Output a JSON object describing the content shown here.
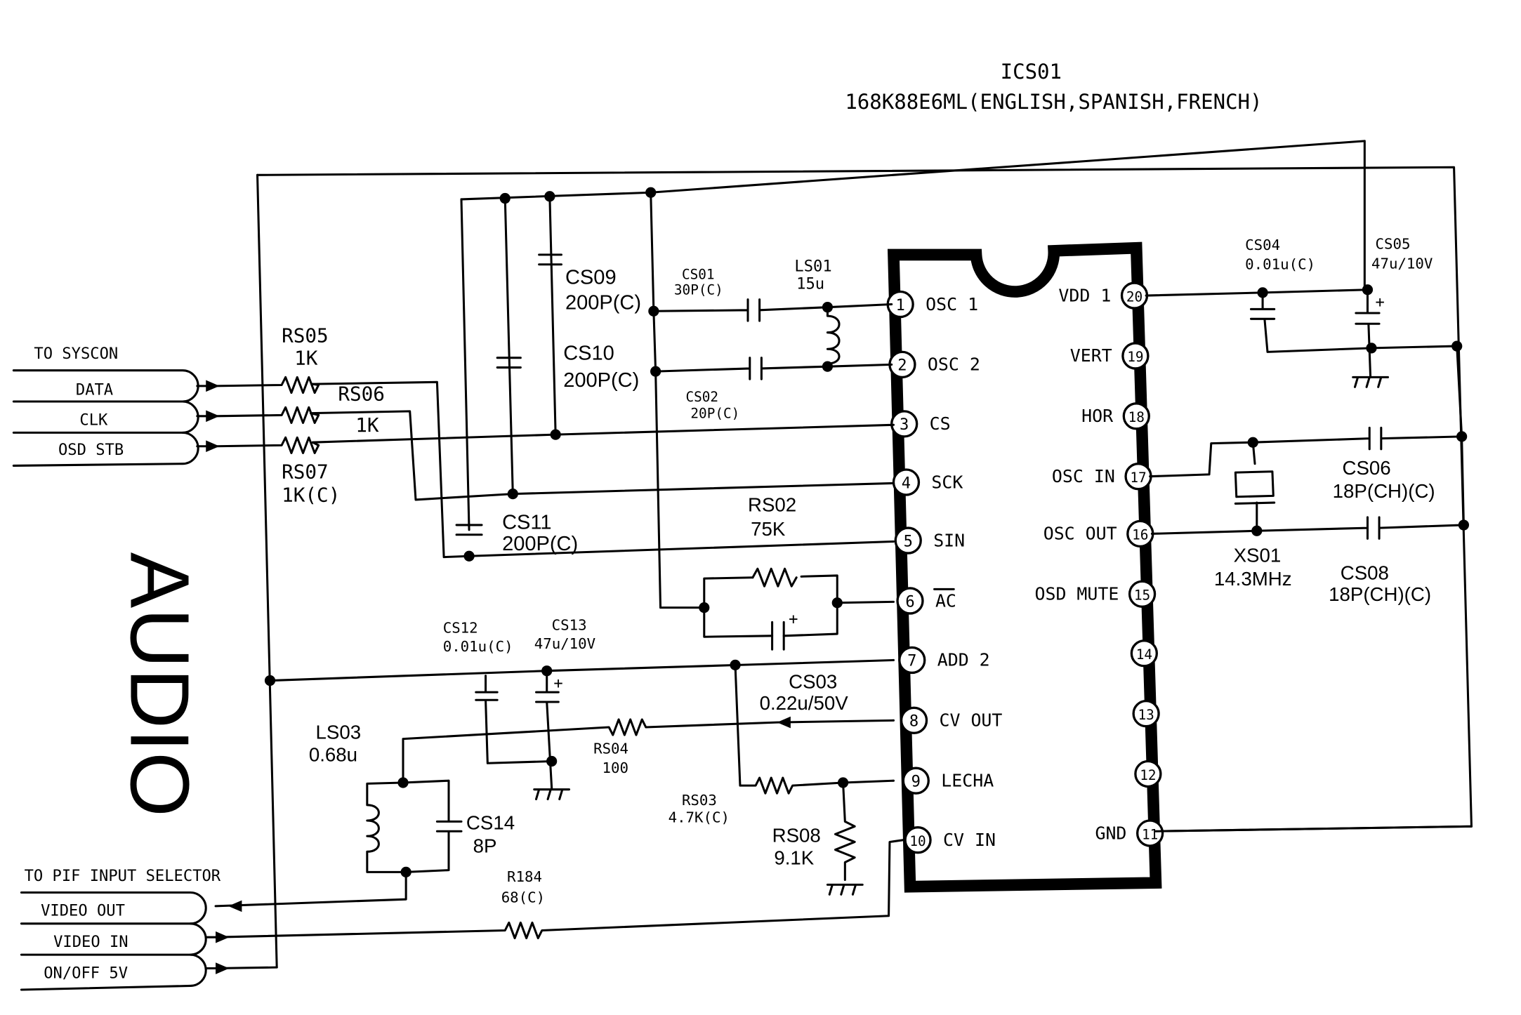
{
  "ic": {
    "ref": "ICS01",
    "part": "168K88E6ML(ENGLISH,SPANISH,FRENCH)",
    "pins": [
      {
        "num": "1",
        "label": "OSC 1"
      },
      {
        "num": "2",
        "label": "OSC 2"
      },
      {
        "num": "3",
        "label": "CS"
      },
      {
        "num": "4",
        "label": "SCK"
      },
      {
        "num": "5",
        "label": "SIN"
      },
      {
        "num": "6",
        "label": "AC"
      },
      {
        "num": "7",
        "label": "ADD 2"
      },
      {
        "num": "8",
        "label": "CV OUT"
      },
      {
        "num": "9",
        "label": "LECHA"
      },
      {
        "num": "10",
        "label": "CV IN"
      },
      {
        "num": "11",
        "label": "GND"
      },
      {
        "num": "12",
        "label": ""
      },
      {
        "num": "13",
        "label": ""
      },
      {
        "num": "14",
        "label": ""
      },
      {
        "num": "15",
        "label": "OSD MUTE"
      },
      {
        "num": "16",
        "label": "OSC OUT"
      },
      {
        "num": "17",
        "label": "OSC IN"
      },
      {
        "num": "18",
        "label": "HOR"
      },
      {
        "num": "19",
        "label": "VERT"
      },
      {
        "num": "20",
        "label": "VDD 1"
      }
    ]
  },
  "block_label": "AUDIO",
  "syscon": {
    "title": "TO SYSCON",
    "ports": [
      "DATA",
      "CLK",
      "OSD STB"
    ]
  },
  "pif": {
    "title": "TO PIF INPUT SELECTOR",
    "ports": [
      "VIDEO OUT",
      "VIDEO IN",
      "ON/OFF 5V"
    ]
  },
  "components": {
    "rs05": {
      "ref": "RS05",
      "value": "1K"
    },
    "rs06": {
      "ref": "RS06",
      "value": "1K"
    },
    "rs07": {
      "ref": "RS07",
      "value": "1K(C)"
    },
    "cs09": {
      "ref": "CS09",
      "value": "200P(C)"
    },
    "cs10": {
      "ref": "CS10",
      "value": "200P(C)"
    },
    "cs11": {
      "ref": "CS11",
      "value": "200P(C)"
    },
    "cs01": {
      "ref": "CS01",
      "value": "30P(C)"
    },
    "cs02": {
      "ref": "CS02",
      "value": "20P(C)"
    },
    "ls01": {
      "ref": "LS01",
      "value": "15u"
    },
    "rs02": {
      "ref": "RS02",
      "value": "75K"
    },
    "cs12": {
      "ref": "CS12",
      "value": "0.01u(C)"
    },
    "cs13": {
      "ref": "CS13",
      "value": "47u/10V"
    },
    "cs03": {
      "ref": "CS03",
      "value": "0.22u/50V"
    },
    "rs04": {
      "ref": "RS04",
      "value": "100"
    },
    "rs03": {
      "ref": "RS03",
      "value": "4.7K(C)"
    },
    "rs08": {
      "ref": "RS08",
      "value": "9.1K"
    },
    "ls03": {
      "ref": "LS03",
      "value": "0.68u"
    },
    "cs14": {
      "ref": "CS14",
      "value": "8P"
    },
    "r184": {
      "ref": "R184",
      "value": "68(C)"
    },
    "cs04": {
      "ref": "CS04",
      "value": "0.01u(C)"
    },
    "cs05": {
      "ref": "CS05",
      "value": "47u/10V"
    },
    "cs06": {
      "ref": "CS06",
      "value": "18P(CH)(C)"
    },
    "cs08": {
      "ref": "CS08",
      "value": "18P(CH)(C)"
    },
    "xs01": {
      "ref": "XS01",
      "value": "14.3MHz"
    }
  }
}
